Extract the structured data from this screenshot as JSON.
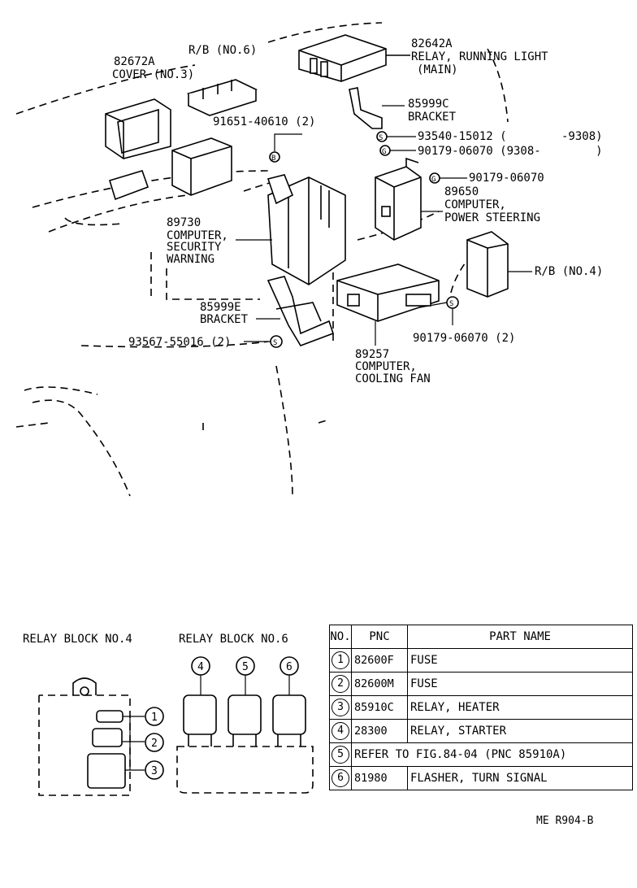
{
  "labels": {
    "p82672a_pn": "82672A",
    "p82672a_name": "COVER (NO.3)",
    "rb6": "R/B (NO.6)",
    "p82642a_pn": "82642A",
    "p82642a_name1": "RELAY, RUNNING LIGHT",
    "p82642a_name2": "(MAIN)",
    "p85999c_pn": "85999C",
    "p85999c_name": "BRACKET",
    "bolt91651": "91651-40610 (2)",
    "screw93540": "93540-15012 (        -9308)",
    "nut90179_a": "90179-06070 (9308-        )",
    "nut90179_b": "90179-06070",
    "p89650_pn": "89650",
    "p89650_name1": "COMPUTER,",
    "p89650_name2": "POWER STEERING",
    "p89730_pn": "89730",
    "p89730_name1": "COMPUTER,",
    "p89730_name2": "SECURITY",
    "p89730_name3": "WARNING",
    "rb4": "R/B (NO.4)",
    "p85999e_pn": "85999E",
    "p85999e_name": "BRACKET",
    "screw93567": "93567-55016 (2)",
    "nut90179_c": "90179-06070 (2)",
    "p89257_pn": "89257",
    "p89257_name1": "COMPUTER,",
    "p89257_name2": "COOLING FAN"
  },
  "relay_block_4": {
    "title": "RELAY BLOCK NO.4",
    "callouts": [
      "1",
      "2",
      "3"
    ]
  },
  "relay_block_6": {
    "title": "RELAY BLOCK NO.6",
    "callouts": [
      "4",
      "5",
      "6"
    ]
  },
  "parts_table": {
    "headers": {
      "no": "NO.",
      "pnc": "PNC",
      "name": "PART NAME"
    },
    "rows": [
      {
        "no": "1",
        "pnc": "82600F",
        "name": "FUSE"
      },
      {
        "no": "2",
        "pnc": "82600M",
        "name": "FUSE"
      },
      {
        "no": "3",
        "pnc": "85910C",
        "name": "RELAY, HEATER"
      },
      {
        "no": "4",
        "pnc": "28300",
        "name": "RELAY, STARTER"
      },
      {
        "no": "5",
        "pnc": "",
        "name": "REFER TO FIG.84-04 (PNC 85910A)"
      },
      {
        "no": "6",
        "pnc": "81980",
        "name": "FLASHER, TURN SIGNAL"
      }
    ]
  },
  "figure_ref": "ME R904-B"
}
